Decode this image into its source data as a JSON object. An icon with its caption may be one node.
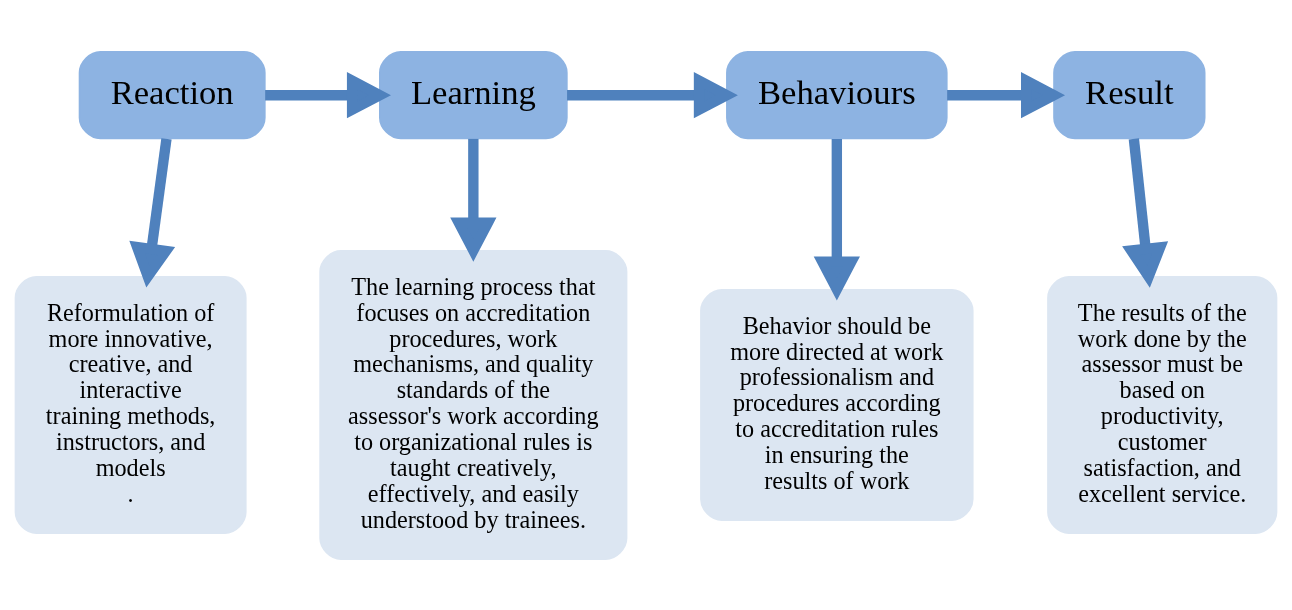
{
  "diagram": {
    "nodes": [
      {
        "text": [
          "Reaction"
        ]
      },
      {
        "text": [
          "Learning"
        ]
      },
      {
        "text": [
          "Behaviours"
        ]
      },
      {
        "text": [
          "Result"
        ]
      },
      {
        "text": [
          "Reformulation of more innovative, creative, and interactive training methods, instructors, and models",
          "."
        ]
      },
      {
        "text": [
          "The learning process that focuses on accreditation procedures, work mechanisms, and quality standards of the assessor's work according to organizational rules is taught creatively, effectively, and easily understood by trainees."
        ]
      },
      {
        "text": [
          "Behavior should be more directed at work professionalism and procedures according to accreditation rules in ensuring the results of work"
        ]
      },
      {
        "text": [
          "The results of the work done by the assessor must be based on productivity, customer satisfaction, and excellent service."
        ]
      }
    ],
    "edges": [
      {
        "from": 0,
        "to": 1,
        "arrow": "to"
      },
      {
        "from": 1,
        "to": 2,
        "arrow": "to"
      },
      {
        "from": 2,
        "to": 3,
        "arrow": "to"
      },
      {
        "from": 0,
        "to": 4,
        "arrow": "to"
      },
      {
        "from": 1,
        "to": 5,
        "arrow": "to"
      },
      {
        "from": 2,
        "to": 6,
        "arrow": "to"
      },
      {
        "from": 3,
        "to": 7,
        "arrow": "to"
      }
    ]
  }
}
